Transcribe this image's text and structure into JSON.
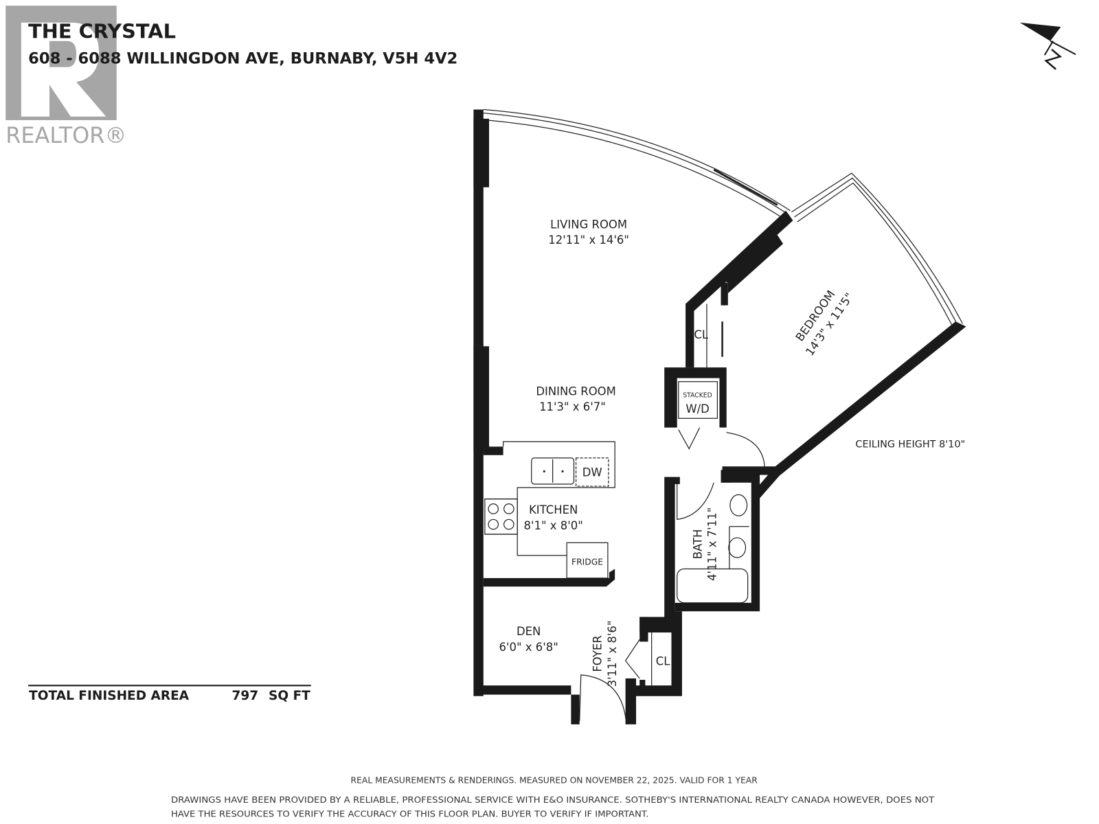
{
  "header": {
    "title": "THE CRYSTAL",
    "address": "608 - 6088 WILLINGDON AVE, BURNABY, V5H 4V2"
  },
  "logo": {
    "text": "REALTOR®",
    "color": "#a6a6a6"
  },
  "compass": {
    "label": "N",
    "icon": "north-arrow-icon"
  },
  "rooms": {
    "living": {
      "name": "LIVING ROOM",
      "size": "12'11\" x 14'6\""
    },
    "dining": {
      "name": "DINING ROOM",
      "size": "11'3\" x 6'7\""
    },
    "kitchen": {
      "name": "KITCHEN",
      "size": "8'1\" x 8'0\""
    },
    "den": {
      "name": "DEN",
      "size": "6'0\" x 6'8\""
    },
    "foyer": {
      "name": "FOYER",
      "size": "3'11\" x 8'6\""
    },
    "bedroom": {
      "name": "BEDROOM",
      "size": "14'3\" x 11'5\""
    },
    "bath": {
      "name": "BATH",
      "size": "4'11\" x 7'11\""
    },
    "closet_bedroom": "CL",
    "closet_foyer": "CL"
  },
  "fixtures": {
    "washer_dryer_top": "STACKED",
    "washer_dryer": "W/D",
    "dishwasher": "DW",
    "fridge": "FRIDGE"
  },
  "ceiling_height": "CEILING HEIGHT 8'10\"",
  "area": {
    "label": "TOTAL FINISHED AREA",
    "value": "797",
    "unit": "SQ FT"
  },
  "footer": {
    "measured": "REAL MEASUREMENTS & RENDERINGS. MEASURED ON NOVEMBER 22, 2025. VALID FOR 1 YEAR",
    "disclaimer_line1": "DRAWINGS HAVE BEEN PROVIDED BY A RELIABLE, PROFESSIONAL SERVICE WITH E&O INSURANCE. SOTHEBY'S INTERNATIONAL REALTY CANADA HOWEVER, DOES NOT",
    "disclaimer_line2": "HAVE THE RESOURCES TO VERIFY THE ACCURACY OF THIS FLOOR PLAN. BUYER TO VERIFY IF IMPORTANT."
  }
}
